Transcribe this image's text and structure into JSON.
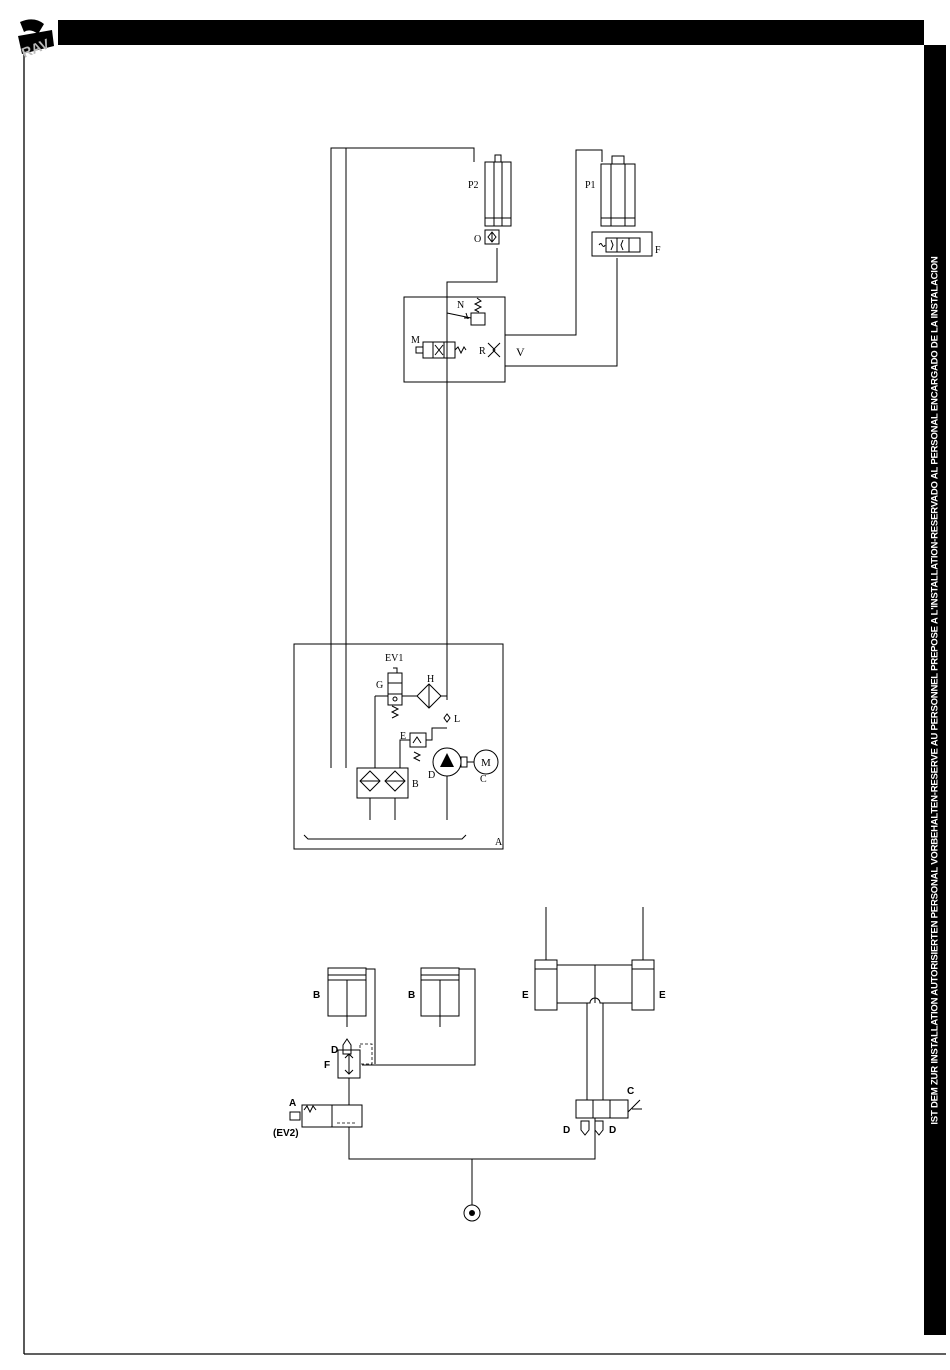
{
  "logo": {
    "text": "RAV"
  },
  "side_notice": "IST DEM ZUR INSTALLATION AUTORISIERTEN PERSONAL VORBEHALTEN-RESERVE AU PERSONNEL PREPOSE A L'INSTALLATION-RESERVADO AL PERSONAL ENCARGADO DE LA INSTALACION",
  "hydraulic": {
    "labels": {
      "p2": "P2",
      "p1": "P1",
      "o": "O",
      "f": "F",
      "n": "N",
      "m": "M",
      "r": "R",
      "v": "V",
      "ev1": "EV1",
      "g": "G",
      "h": "H",
      "l": "L",
      "e": "E",
      "d": "D",
      "c": "C",
      "b": "B",
      "a": "A",
      "motor": "M"
    }
  },
  "pneumatic": {
    "labels": {
      "b_left": "B",
      "b_right": "B",
      "e_left": "E",
      "e_right": "E",
      "d_top": "D",
      "f": "F",
      "a": "A",
      "ev2": "(EV2)",
      "c": "C",
      "d_bottom_left": "D",
      "d_bottom_right": "D"
    }
  }
}
